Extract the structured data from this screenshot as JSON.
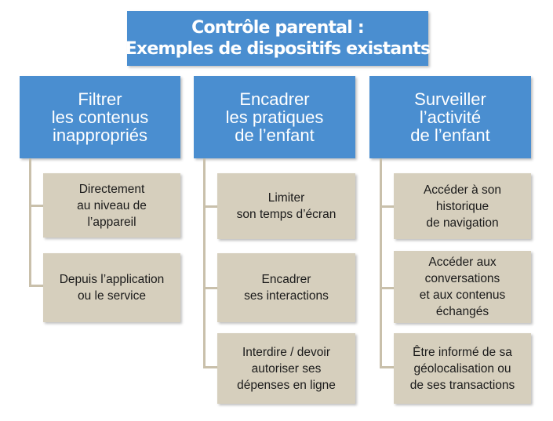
{
  "title": {
    "line1": "Contrôle parental :",
    "line2": "Exemples de dispositifs existants"
  },
  "columns": [
    {
      "heading": [
        "Filtrer",
        "les contenus",
        "inappropriés"
      ],
      "items": [
        [
          "Directement",
          "au niveau de",
          "l’appareil"
        ],
        [
          "Depuis l’application",
          "ou le service"
        ]
      ]
    },
    {
      "heading": [
        "Encadrer",
        "les pratiques",
        "de l’enfant"
      ],
      "items": [
        [
          "Limiter",
          "son temps d’écran"
        ],
        [
          "Encadrer",
          "ses interactions"
        ],
        [
          "Interdire / devoir",
          "autoriser ses",
          "dépenses en ligne"
        ]
      ]
    },
    {
      "heading": [
        "Surveiller",
        "l’activité",
        "de l’enfant"
      ],
      "items": [
        [
          "Accéder à son",
          "historique",
          "de navigation"
        ],
        [
          "Accéder aux",
          "conversations",
          "et aux contenus",
          "échangés"
        ],
        [
          "Être informé de sa",
          "géolocalisation ou",
          "de ses transactions"
        ]
      ]
    }
  ],
  "colors": {
    "header_blue": "#4a8ed0",
    "item_beige": "#d6cfbd",
    "connector": "#c9c0ab"
  }
}
